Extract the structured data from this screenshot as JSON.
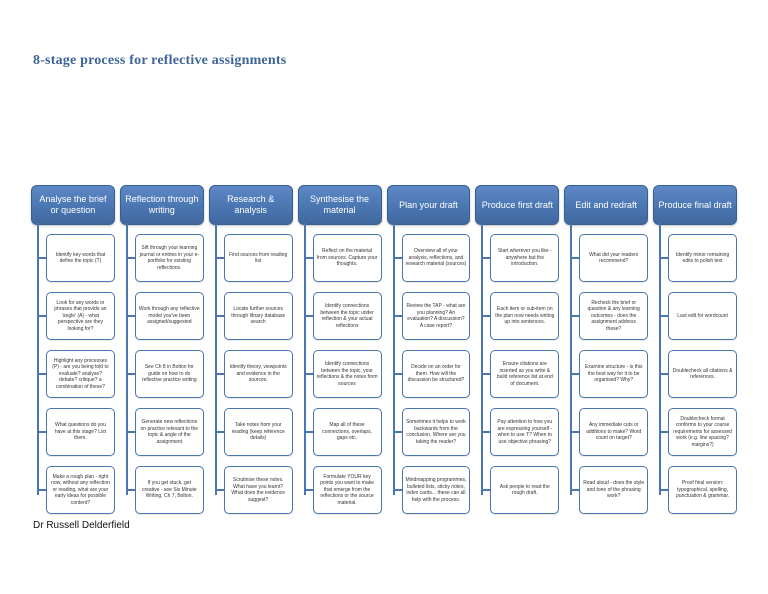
{
  "page": {
    "title": "8-stage process for reflective assignments",
    "footer": "Dr Russell Delderfield"
  },
  "colors": {
    "accent_blue": "#4a76b2",
    "header_fill_top": "#5d88c5",
    "header_fill_bottom": "#40689e",
    "title_text": "#3e6498",
    "step_border": "#4a76b2",
    "step_background": "#ffffff"
  },
  "stages": [
    {
      "title": "Analyse the brief or question",
      "steps": [
        "Identify key words that define the topic (T)",
        "Look for any words or phrases that provide an 'angle' (A) - what perspective are they looking for?",
        "Highlight any processes (P) - are you being told to evaluate? analyse? debate? critique? a combination of these?",
        "What questions do you have at this stage? List them.",
        "Make a rough plan - right now, without any reflection or reading, what are your early ideas for possible content?"
      ]
    },
    {
      "title": "Reflection through writing",
      "steps": [
        "Sift through your learning journal or entries in your e-portfolio for existing reflections.",
        "Work through any reflective model you've been assigned/suggested",
        "See Ch 8 in Bolton for guide on how to do reflective practice writing",
        "Generate new reflections on practice relevant to the topic & angle of the assignment",
        "If you get stuck, get creative - see Six Minute Writing, Ch 7, Bolton."
      ]
    },
    {
      "title": "Research & analysis",
      "steps": [
        "Find sources from reading list",
        "Locate further sources through library database search",
        "Identify theory, viewpoints and evidence in the sources.",
        "Take notes from your reading (keep reference details)",
        "Scrutinise these notes. What have you learnt? What does the evidence suggest?"
      ]
    },
    {
      "title": "Synthesise the material",
      "steps": [
        "Reflect on the material from sources. Capture your thoughts.",
        "Identify connections between the topic under reflection & your actual reflections",
        "Identify connections between the topic, your reflections & the notes from sources",
        "Map all of these connections, overlaps, gaps etc.",
        "Formulate YOUR key points you want to make that emerge from the reflections or the source material."
      ]
    },
    {
      "title": "Plan your draft",
      "steps": [
        "Overview all of your analysis, reflections, and research material (sources)",
        "Review the TAP - what are you planning? An evaluation? A discussion? A case report?",
        "Decide on an order for them. How will the discussion be structured?",
        "Sometimes it helps to work backwards from the conclusion. Where are you taking the reader?",
        "Mindmapping programmes, bulleted lists, sticky notes, index cards... these can all help with the process."
      ]
    },
    {
      "title": "Produce first draft",
      "steps": [
        "Start wherever you like - anywhere but the introduction.",
        "Each item or sub-item on the plan now needs writing up into sentences.",
        "Ensure citations are inserted as you write & build reference list at end of document.",
        "Pay attention to how you are expressing yourself - when to use 'I'? When to use objective phrasing?",
        "Ask people to read the rough draft."
      ]
    },
    {
      "title": "Edit and redraft",
      "steps": [
        "What did your readers recommend?",
        "Recheck the brief or question & any learning outcomes - does the assignment address these?",
        "Examine structure - is this the best way for it to be organised? Why?",
        "Any immediate cuts or additions to make? Word count on target?",
        "Read aloud - does the style and tone of the phrasing work?"
      ]
    },
    {
      "title": "Produce final draft",
      "steps": [
        "Identify minor remaining edits to polish text",
        "Last edit for wordcount",
        "Doublecheck all citations & references.",
        "Doublecheck format conforms to your course requirements for assessed work (e.g. line spacing? margins?)",
        "Proof final version: typographical, spelling, punctuation & grammar."
      ]
    }
  ]
}
